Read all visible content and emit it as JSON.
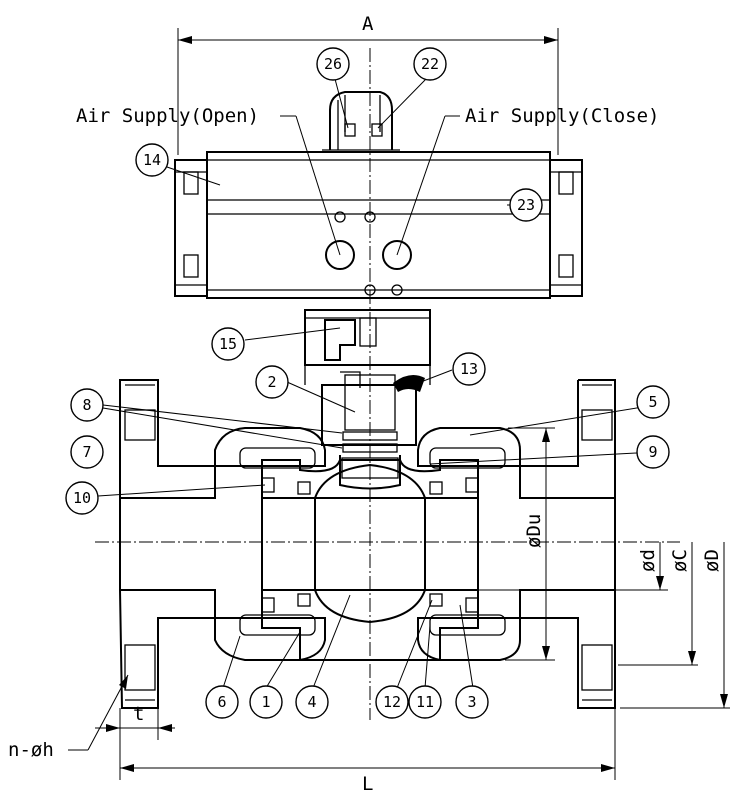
{
  "dimensions": {
    "A": "A",
    "L": "L",
    "t": "t",
    "nh": "n-øh",
    "Du": "øDu",
    "d": "ød",
    "C": "øC",
    "D": "øD"
  },
  "labels": {
    "air_open": "Air Supply(Open)",
    "air_close": "Air Supply(Close)"
  },
  "callouts": {
    "c1": "1",
    "c2": "2",
    "c3": "3",
    "c4": "4",
    "c5": "5",
    "c6": "6",
    "c7": "7",
    "c8": "8",
    "c9": "9",
    "c10": "10",
    "c11": "11",
    "c12": "12",
    "c13": "13",
    "c14": "14",
    "c15": "15",
    "c22": "22",
    "c23": "23",
    "c26": "26"
  }
}
